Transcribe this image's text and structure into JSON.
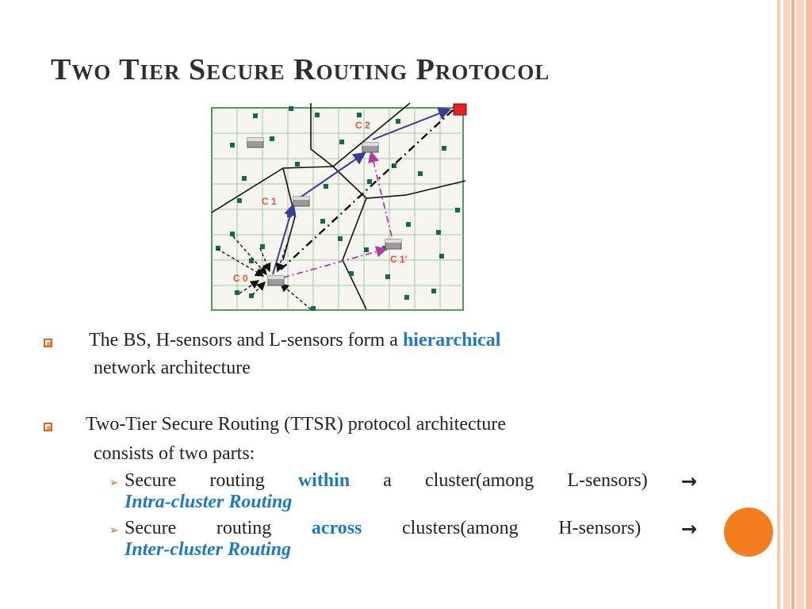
{
  "slide": {
    "title": "Two Tier Secure Routing Protocol",
    "accent_color": "#f47d1f",
    "highlight_color": "#1e7ac0"
  },
  "diagram": {
    "labels": {
      "c2": "C 2",
      "c1": "C 1",
      "c1_prime": "C 1'",
      "c0": "C 0"
    }
  },
  "bullets": [
    {
      "line1_text": "The BS, H-sensors and L-sensors form a",
      "line1_highlight": "hierarchical",
      "line2_text": "network architecture"
    },
    {
      "line1_text": "Two-Tier Secure Routing (TTSR) protocol  architecture",
      "line2_text": "consists of two parts:",
      "sub_items": [
        {
          "w1": "Secure",
          "w2": "routing",
          "highlight": "within",
          "w4": "a",
          "w5": "cluster(among",
          "w6": "L-sensors)",
          "arrow": "→",
          "result": "Intra-cluster Routing"
        },
        {
          "w1": "Secure",
          "w2": "routing",
          "highlight": "across",
          "w4": "clusters(among",
          "w5": "H-sensors)",
          "arrow": "→",
          "result": "Inter-cluster Routing"
        }
      ]
    }
  ]
}
